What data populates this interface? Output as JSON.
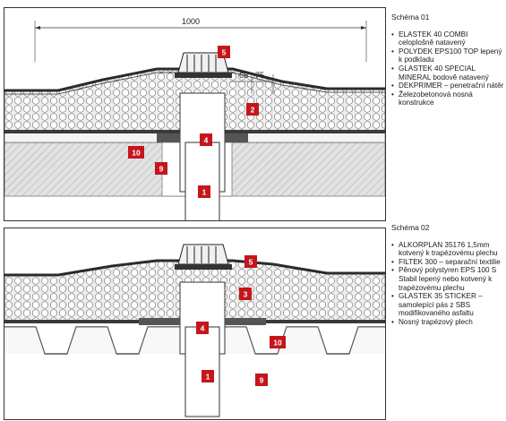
{
  "schema1": {
    "title": "Schéma 01",
    "dimension_main": "1000",
    "dimension_a": "65",
    "dimension_b": "75",
    "markers": [
      "5",
      "2",
      "4",
      "10",
      "9",
      "1"
    ],
    "legend": [
      "ELASTEK 40 COMBI celoplošně natavený",
      "POLYDEK EPS100 TOP lepený k podkladu",
      "GLASTEK 40 SPECIAL MINERAL bodově natavený",
      "DEKPRIMER – penetrační nátěr",
      "Železobetonová nosná konstrukce"
    ]
  },
  "schema2": {
    "title": "Schéma 02",
    "markers": [
      "5",
      "3",
      "4",
      "10",
      "1",
      "9"
    ],
    "legend": [
      "ALKORPLAN 35176 1,5mm kotvený k trapézovému plechu",
      "FILTEK 300 – separační textilie",
      "Pěnový polystyren EPS 100 S Stabil lepený nebo kotvený k trapézovému plechu",
      "GLASTEK 35 STICKER – samolepící pás z SBS modifikovaného asfaltu",
      "Nosný trapézový plech"
    ]
  },
  "colors": {
    "marker": "#c4161c",
    "insulation": "#e9e9e9",
    "concrete": "#dcdcdc",
    "membrane": "#2b2b2b"
  }
}
